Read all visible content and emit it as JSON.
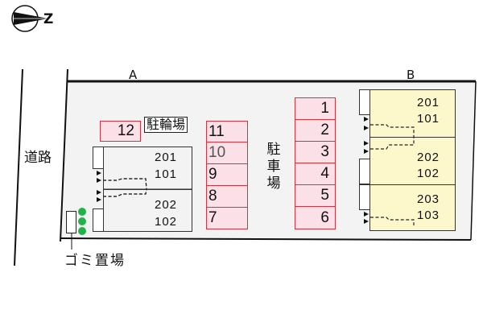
{
  "compass": {
    "label": "Z",
    "icon": "north-arrow-icon"
  },
  "road": {
    "label": "道路"
  },
  "garbage": {
    "label": "ゴミ置場"
  },
  "bicycle_parking": {
    "label": "駐輪場"
  },
  "car_parking": {
    "label_chars": [
      "駐",
      "車",
      "場"
    ]
  },
  "buildings": {
    "A": {
      "label": "A",
      "units": [
        {
          "upper": "201",
          "lower": "101"
        },
        {
          "upper": "202",
          "lower": "102"
        }
      ]
    },
    "B": {
      "label": "B",
      "units": [
        {
          "upper": "201",
          "lower": "101"
        },
        {
          "upper": "202",
          "lower": "102"
        },
        {
          "upper": "203",
          "lower": "103"
        }
      ]
    }
  },
  "parking_slots": {
    "single": "12",
    "middle_column": [
      "11",
      "10",
      "9",
      "8",
      "7"
    ],
    "right_column": [
      "1",
      "2",
      "3",
      "4",
      "5",
      "6"
    ]
  },
  "colors": {
    "lot_fill": "#f3f3f3",
    "slot_fill": "#fbe0e8",
    "slot_border": "#d8333d",
    "unit_fill": "#fdf8cc",
    "greenery": "#22b24c"
  }
}
